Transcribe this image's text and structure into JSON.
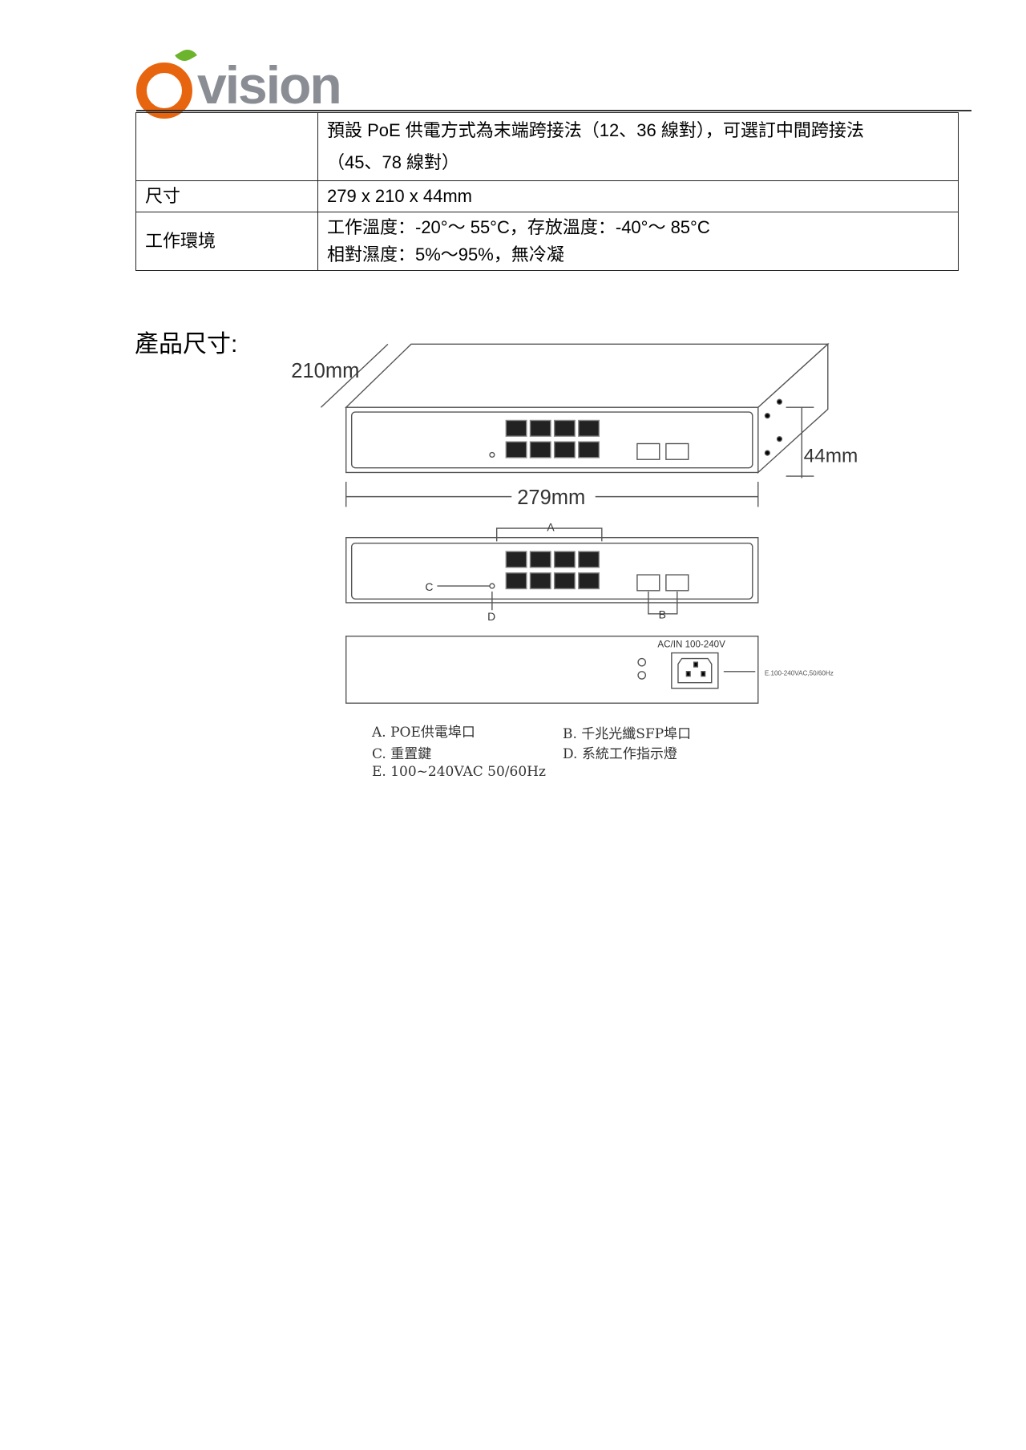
{
  "logo": {
    "text": "vision",
    "brand_colors": {
      "o": "#e8650f",
      "leaf": "#6cb42c",
      "word": "#8a8d93",
      "dot": "#2a8fd6"
    }
  },
  "spec_table": {
    "rows": [
      {
        "label": "",
        "lines": [
          "預設 PoE 供電方式為末端跨接法（12、36 線對），可選訂中間跨接法",
          "（45、78 線對）"
        ]
      },
      {
        "label": "尺寸",
        "lines": [
          "279 x 210 x 44mm"
        ]
      },
      {
        "label": "工作環境",
        "lines": [
          "工作溫度：-20°～  55°C，存放溫度：-40°～  85°C",
          "相對濕度：5%～95%，無冷凝"
        ]
      }
    ]
  },
  "section_title": "產品尺寸:",
  "drawing": {
    "depth_label": "210mm",
    "width_label": "279mm",
    "height_label": "44mm",
    "callout_a": "A",
    "callout_b": "B",
    "callout_c": "C",
    "callout_d": "D",
    "power_label": "AC/IN 100-240V",
    "callout_e": "E.100-240VAC,50/60Hz"
  },
  "legend": {
    "a": "A. POE供電埠口",
    "b": "B. 千兆光纖SFP埠口",
    "c": "C. 重置鍵",
    "d": "D. 系統工作指示燈",
    "e": "E. 100~240VAC   50/60Hz"
  }
}
